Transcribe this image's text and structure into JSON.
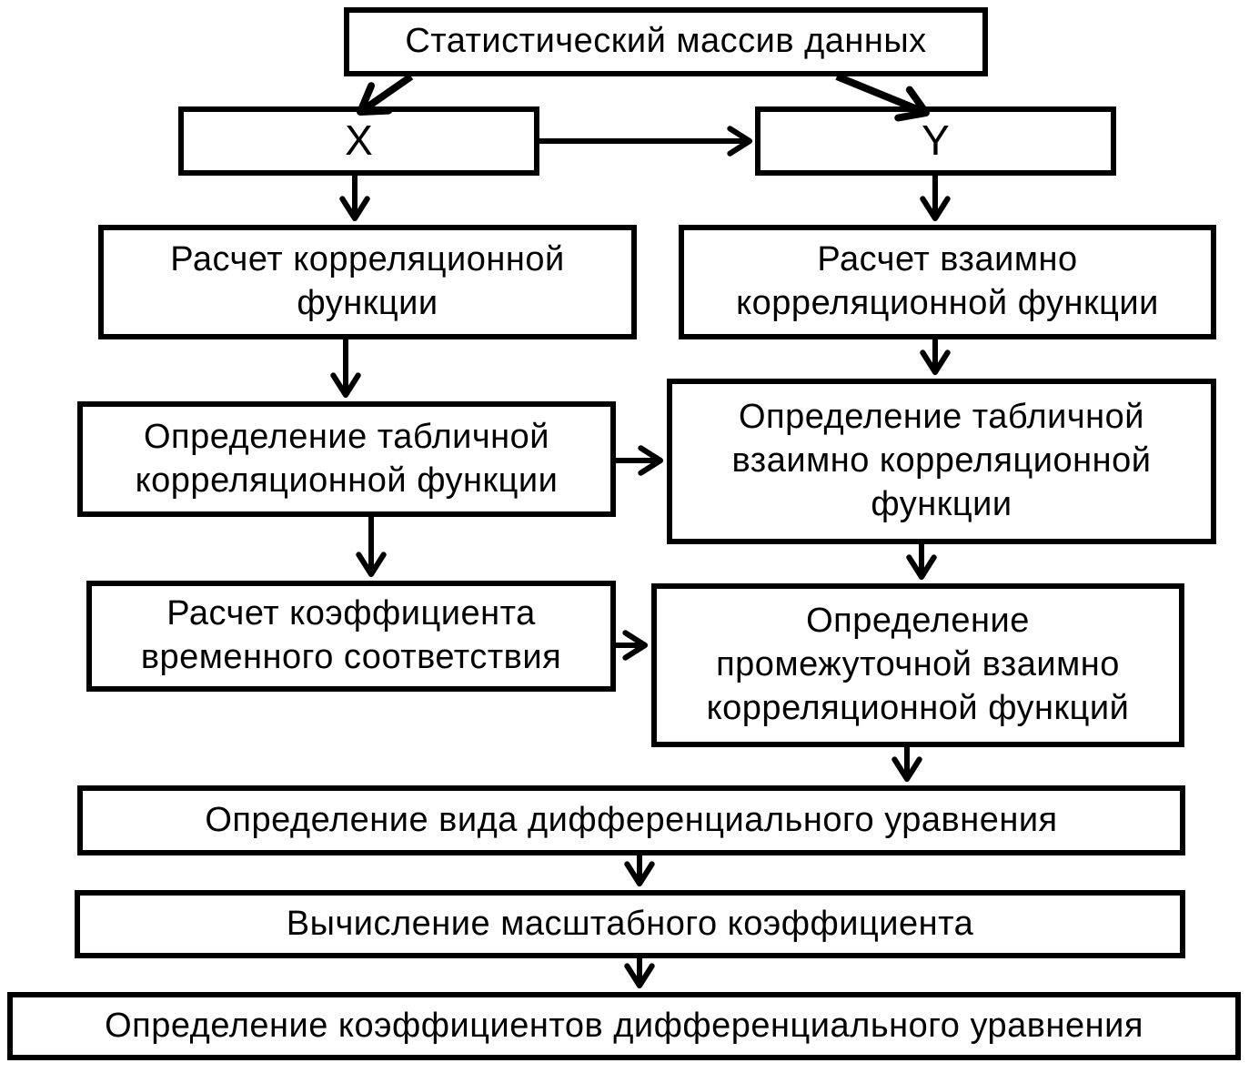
{
  "diagram": {
    "type": "flowchart",
    "language": "ru",
    "background_color": "#ffffff",
    "stroke_color": "#000000",
    "nodes": {
      "source": {
        "label": "Статистический массив данных"
      },
      "x_series": {
        "label": "X"
      },
      "y_series": {
        "label": "Y"
      },
      "calc_corr": {
        "label": "Расчет корреляционной\nфункции"
      },
      "calc_cross_corr": {
        "label": "Расчет взаимно\nкорреляционной функции"
      },
      "table_corr": {
        "label": "Определение табличной\nкорреляционной функции"
      },
      "table_cross_corr": {
        "label": "Определение табличной\nвзаимно  корреляционной\nфункции"
      },
      "time_coeff": {
        "label": "Расчет коэффициента\nвременного соответствия"
      },
      "intermediate_cross_corr": {
        "label": "Определение\nпромежуточной взаимно\nкорреляционной функций"
      },
      "equation_type": {
        "label": "Определение вида дифференциального уравнения"
      },
      "scale_coeff": {
        "label": "Вычисление масштабного коэффициента"
      },
      "equation_coeffs": {
        "label": "Определение коэффициентов дифференциального уравнения"
      }
    },
    "edges": [
      {
        "from": "source",
        "to": "x_series"
      },
      {
        "from": "source",
        "to": "y_series"
      },
      {
        "from": "x_series",
        "to": "y_series"
      },
      {
        "from": "x_series",
        "to": "calc_corr"
      },
      {
        "from": "y_series",
        "to": "calc_cross_corr"
      },
      {
        "from": "calc_corr",
        "to": "table_corr"
      },
      {
        "from": "calc_cross_corr",
        "to": "table_cross_corr"
      },
      {
        "from": "table_corr",
        "to": "table_cross_corr"
      },
      {
        "from": "table_corr",
        "to": "time_coeff"
      },
      {
        "from": "table_cross_corr",
        "to": "intermediate_cross_corr"
      },
      {
        "from": "time_coeff",
        "to": "intermediate_cross_corr"
      },
      {
        "from": "intermediate_cross_corr",
        "to": "equation_type"
      },
      {
        "from": "equation_type",
        "to": "scale_coeff"
      },
      {
        "from": "scale_coeff",
        "to": "equation_coeffs"
      }
    ]
  }
}
